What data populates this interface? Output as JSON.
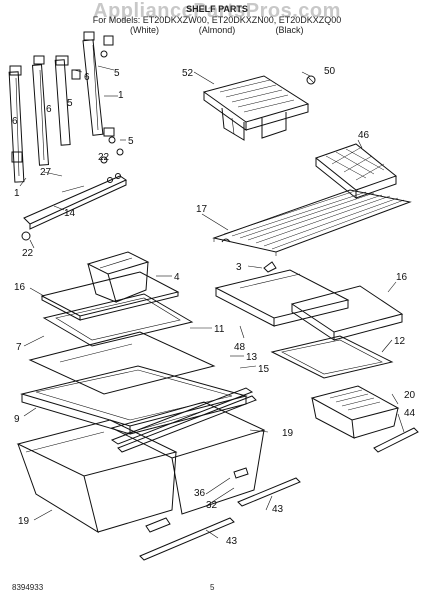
{
  "header": {
    "watermark": "AppliancePartsPros.com",
    "title": "SHELF PARTS",
    "models": "For Models: ET20DKXZW00, ET20DKXZN00, ET20DKXZQ00",
    "colors": [
      "(White)",
      "(Almond)",
      "(Black)"
    ]
  },
  "callouts": [
    {
      "id": "c1a",
      "label": "1"
    },
    {
      "id": "c1b",
      "label": "1"
    },
    {
      "id": "c3",
      "label": "3"
    },
    {
      "id": "c4",
      "label": "4"
    },
    {
      "id": "c5a",
      "label": "5"
    },
    {
      "id": "c5b",
      "label": "5"
    },
    {
      "id": "c5c",
      "label": "5"
    },
    {
      "id": "c6a",
      "label": "6"
    },
    {
      "id": "c6b",
      "label": "6"
    },
    {
      "id": "c6c",
      "label": "6"
    },
    {
      "id": "c7",
      "label": "7"
    },
    {
      "id": "c9",
      "label": "9"
    },
    {
      "id": "c11",
      "label": "11"
    },
    {
      "id": "c12",
      "label": "12"
    },
    {
      "id": "c13",
      "label": "13"
    },
    {
      "id": "c14",
      "label": "14"
    },
    {
      "id": "c15",
      "label": "15"
    },
    {
      "id": "c16a",
      "label": "16"
    },
    {
      "id": "c16b",
      "label": "16"
    },
    {
      "id": "c17",
      "label": "17"
    },
    {
      "id": "c19a",
      "label": "19"
    },
    {
      "id": "c19b",
      "label": "19"
    },
    {
      "id": "c20",
      "label": "20"
    },
    {
      "id": "c22a",
      "label": "22"
    },
    {
      "id": "c22b",
      "label": "22"
    },
    {
      "id": "c27",
      "label": "27"
    },
    {
      "id": "c32",
      "label": "32"
    },
    {
      "id": "c36",
      "label": "36"
    },
    {
      "id": "c43a",
      "label": "43"
    },
    {
      "id": "c43b",
      "label": "43"
    },
    {
      "id": "c44",
      "label": "44"
    },
    {
      "id": "c46",
      "label": "46"
    },
    {
      "id": "c48",
      "label": "48"
    },
    {
      "id": "c50",
      "label": "50"
    },
    {
      "id": "c52",
      "label": "52"
    }
  ],
  "footer": {
    "doc_number": "8394933",
    "page": "5"
  }
}
